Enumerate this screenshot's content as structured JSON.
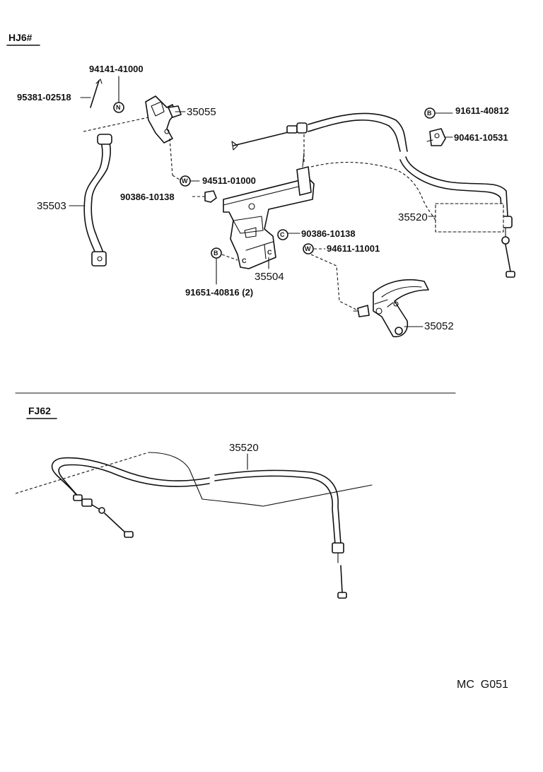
{
  "sections": {
    "top": "HJ6#",
    "bottom": "FJ62"
  },
  "parts": {
    "p35503": "35503",
    "p35055": "35055",
    "p35504": "35504",
    "p35520_top": "35520",
    "p35052": "35052",
    "p35520_bottom": "35520",
    "h95381": "95381-02518",
    "h94141": "94141-41000",
    "h94511": "94511-01000",
    "h90386a": "90386-10138",
    "h90386b": "90386-10138",
    "h94611": "94611-11001",
    "h91651": "91651-40816 (2)",
    "h91611": "91611-40812",
    "h90461": "90461-10531"
  },
  "symbols": {
    "nut": "N",
    "washer": "W",
    "bolt": "B",
    "clip": "C"
  },
  "footer": {
    "code": "MC  G051"
  }
}
